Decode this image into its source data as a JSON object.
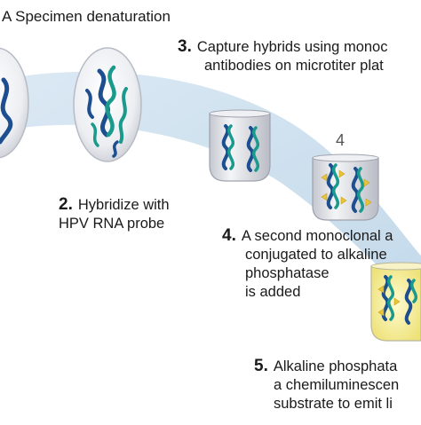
{
  "steps": [
    {
      "number": "",
      "text": "A Specimen denaturation"
    },
    {
      "number": "2.",
      "lines": [
        "Hybridize with",
        "HPV RNA probe"
      ]
    },
    {
      "number": "3.",
      "lines": [
        "Capture hybrids using monoc",
        "antibodies on microtiter plat"
      ]
    },
    {
      "number": "4.",
      "lines": [
        "A second monoclonal a",
        "conjugated to alkaline",
        "phosphatase",
        "is added"
      ]
    },
    {
      "number": "5.",
      "lines": [
        "Alkaline phosphata",
        "a chemiluminescen",
        "substrate to emit li"
      ]
    }
  ],
  "well_label": "4",
  "colors": {
    "band": "#cfe1ef",
    "dna_blue": "#1d4e8f",
    "dna_teal": "#1a9a8c",
    "tube": "#d9d9de",
    "antibody": "#e8c43a",
    "glow": "#f3ee8a"
  }
}
